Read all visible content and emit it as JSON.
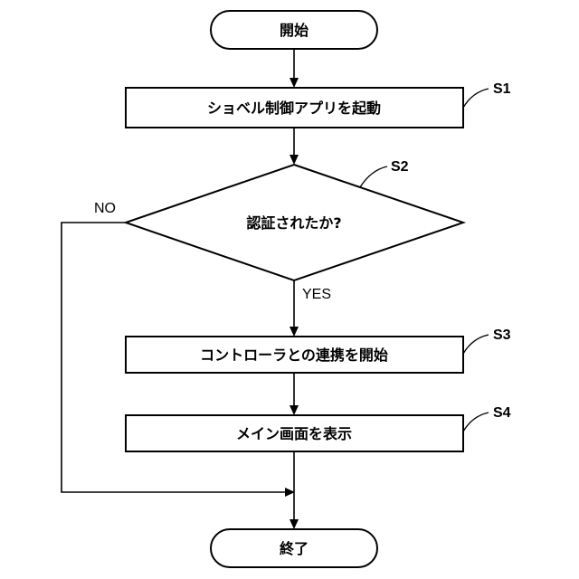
{
  "flowchart": {
    "start": "開始",
    "step_s1": "ショベル制御アプリを起動",
    "decision_s2": "認証されたか?",
    "step_s3": "コントローラとの連携を開始",
    "step_s4": "メイン画面を表示",
    "end": "終了"
  },
  "branches": {
    "no": "NO",
    "yes": "YES"
  },
  "step_ids": {
    "s1": "S1",
    "s2": "S2",
    "s3": "S3",
    "s4": "S4"
  }
}
